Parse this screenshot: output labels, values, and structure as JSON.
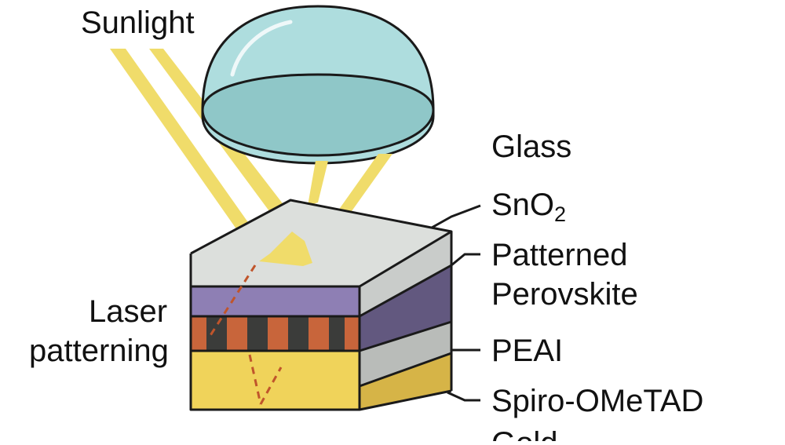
{
  "labels": {
    "sunlight": "Sunlight",
    "laser_line1": "Laser",
    "laser_line2": "patterning",
    "glass": "Glass",
    "sno2_main": "SnO",
    "sno2_sub": "2",
    "patterned_line1": "Patterned",
    "patterned_line2": "Perovskite",
    "peai": "PEAI",
    "spiro": "Spiro-OMeTAD",
    "gold": "Gold"
  },
  "colors": {
    "outline": "#1a1a1a",
    "light_ray": "#f0dc6a",
    "laser_path": "#c0552b",
    "lens": "#aeddde",
    "lens_shadow": "#8fc7c8",
    "glass_top": "#dcdfdc",
    "glass_side": "#c9ccca",
    "perovskite": "#8e7fb4",
    "perovskite_side": "#62587f",
    "stripe_orange": "#c8653b",
    "stripe_dark": "#3b3c3a",
    "peai_side": "#b9bcb9",
    "gold": "#f0d35a",
    "gold_side": "#d6b447"
  }
}
